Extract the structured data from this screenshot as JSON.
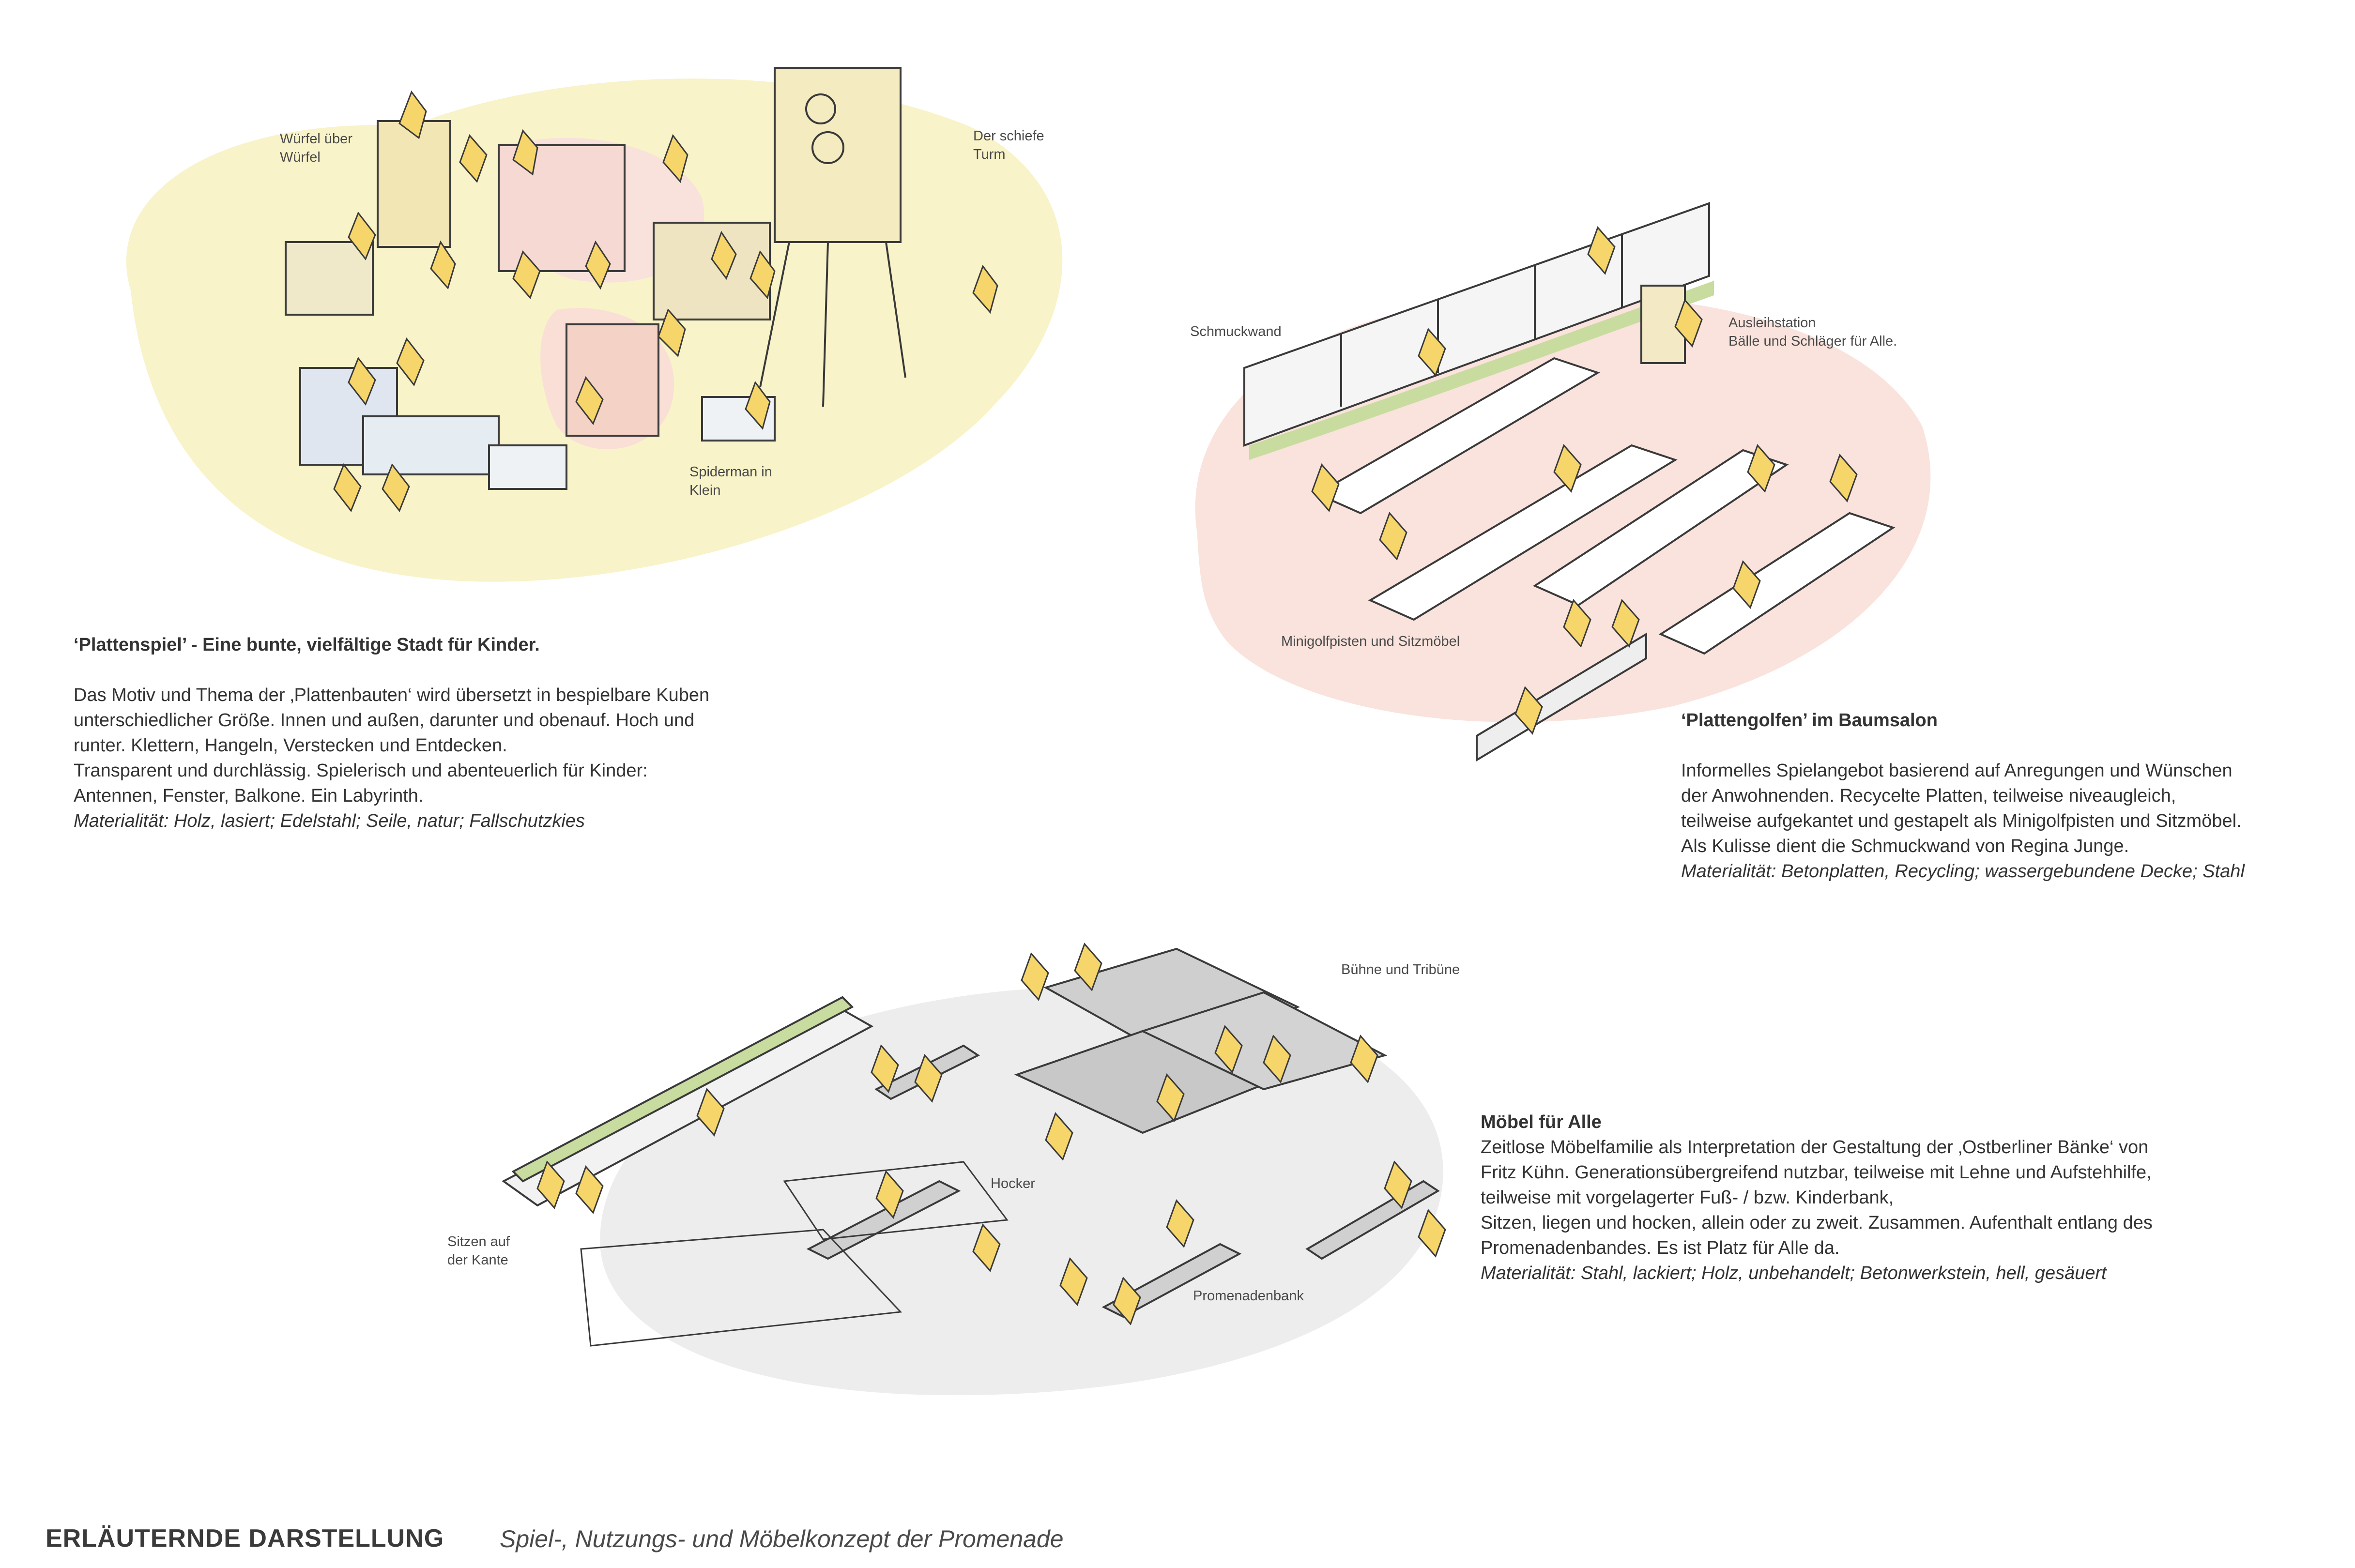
{
  "colors": {
    "play_yellow": "#f8f3c8",
    "pink": "#f9e1dc",
    "grey": "#ededed",
    "tree_yellow": "#f6d66b",
    "grass_green": "#c9dca0"
  },
  "sketch1": {
    "labels": {
      "wuerfel": "Würfel über\nWürfel",
      "turm": "Der schiefe\nTurm",
      "spiderman": "Spiderman in\nKlein"
    }
  },
  "block1": {
    "title": "‘Plattenspiel’ - Eine bunte, vielfältige Stadt für Kinder.",
    "body": "Das Motiv und Thema der ‚Plattenbauten‘ wird übersetzt in bespielbare Kuben\nunterschiedlicher Größe. Innen und außen, darunter und obenauf. Hoch und\nrunter. Klettern, Hangeln, Verstecken und Entdecken.\nTransparent und durchlässig. Spielerisch und abenteuerlich für Kinder:\nAntennen, Fenster, Balkone. Ein Labyrinth.",
    "material": "Materialität: Holz, lasiert; Edelstahl; Seile, natur; Fallschutzkies"
  },
  "sketch2": {
    "labels": {
      "schmuckwand": "Schmuckwand",
      "ausleih": "Ausleihstation\nBälle und Schläger für Alle.",
      "minigolf": "Minigolfpisten und Sitzmöbel"
    }
  },
  "block2": {
    "title": "‘Plattengolfen’ im Baumsalon",
    "body": "Informelles Spielangebot basierend auf Anregungen und Wünschen\nder Anwohnenden. Recycelte Platten, teilweise niveaugleich,\nteilweise aufgekantet und gestapelt als Minigolfpisten und Sitzmöbel.\nAls Kulisse dient die Schmuckwand von Regina Junge.",
    "material": "Materialität: Betonplatten, Recycling; wassergebundene Decke; Stahl"
  },
  "sketch3": {
    "labels": {
      "buehne": "Bühne und Tribüne",
      "hocker": "Hocker",
      "kante": "Sitzen auf\nder Kante",
      "promenadenbank": "Promenadenbank"
    }
  },
  "block3": {
    "title": "Möbel für Alle",
    "body": "Zeitlose Möbelfamilie als Interpretation der Gestaltung der ‚Ostberliner Bänke‘ von\nFritz Kühn. Generationsübergreifend nutzbar, teilweise mit Lehne und Aufstehhilfe,\nteilweise mit vorgelagerter Fuß- / bzw. Kinderbank,\nSitzen, liegen und hocken, allein oder zu zweit. Zusammen. Aufenthalt entlang des\nPromenadenbandes. Es ist Platz für Alle da.",
    "material": "Materialität: Stahl, lackiert; Holz, unbehandelt; Betonwerkstein, hell, gesäuert"
  },
  "footer": {
    "title": "ERLÄUTERNDE DARSTELLUNG",
    "subtitle": "Spiel-, Nutzungs- und Möbelkonzept der Promenade"
  }
}
